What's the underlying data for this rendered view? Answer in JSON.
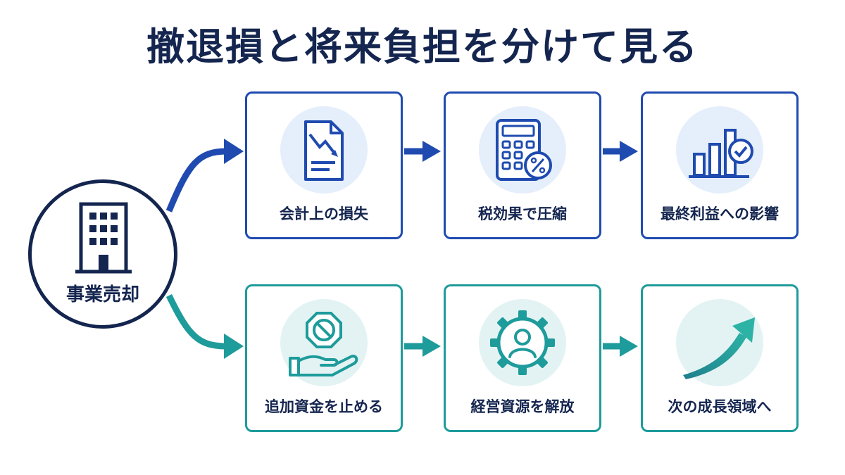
{
  "title": "撤退損と将来負担を分けて見る",
  "source": {
    "label": "事業売却",
    "icon": "office-building-icon"
  },
  "upper_row": {
    "color": "#1f4bb0",
    "steps": [
      {
        "label": "会計上の損失",
        "icon": "document-down-trend-icon"
      },
      {
        "label": "税効果で圧縮",
        "icon": "calculator-percent-icon"
      },
      {
        "label": "最終利益への影響",
        "icon": "bar-chart-check-icon"
      }
    ]
  },
  "lower_row": {
    "color": "#1e9b9b",
    "steps": [
      {
        "label": "追加資金を止める",
        "icon": "hand-stop-sign-icon"
      },
      {
        "label": "経営資源を解放",
        "icon": "gear-person-icon"
      },
      {
        "label": "次の成長領域へ",
        "icon": "growth-arrow-icon"
      }
    ]
  }
}
